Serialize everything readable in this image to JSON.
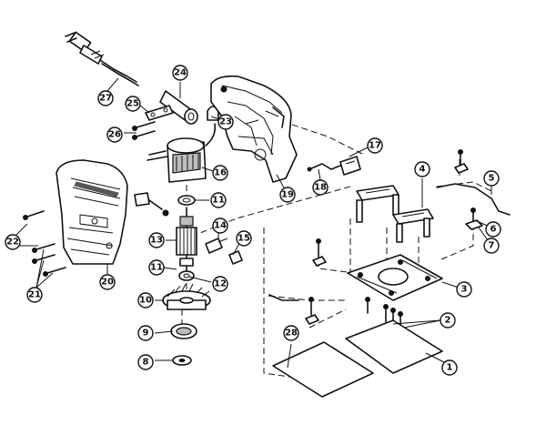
{
  "callouts": [
    {
      "id": "c1",
      "label": "1"
    },
    {
      "id": "c2",
      "label": "2"
    },
    {
      "id": "c3",
      "label": "3"
    },
    {
      "id": "c4",
      "label": "4"
    },
    {
      "id": "c5",
      "label": "5"
    },
    {
      "id": "c6",
      "label": "6"
    },
    {
      "id": "c7",
      "label": "7"
    },
    {
      "id": "c8",
      "label": "8"
    },
    {
      "id": "c9",
      "label": "9"
    },
    {
      "id": "c10",
      "label": "10"
    },
    {
      "id": "c11a",
      "label": "11"
    },
    {
      "id": "c11b",
      "label": "11"
    },
    {
      "id": "c12",
      "label": "12"
    },
    {
      "id": "c13",
      "label": "13"
    },
    {
      "id": "c14",
      "label": "14"
    },
    {
      "id": "c15",
      "label": "15"
    },
    {
      "id": "c16",
      "label": "16"
    },
    {
      "id": "c17",
      "label": "17"
    },
    {
      "id": "c18",
      "label": "18"
    },
    {
      "id": "c19",
      "label": "19"
    },
    {
      "id": "c20",
      "label": "20"
    },
    {
      "id": "c21",
      "label": "21"
    },
    {
      "id": "c22",
      "label": "22"
    },
    {
      "id": "c23",
      "label": "23"
    },
    {
      "id": "c24",
      "label": "24"
    },
    {
      "id": "c25",
      "label": "25"
    },
    {
      "id": "c26",
      "label": "26"
    },
    {
      "id": "c27",
      "label": "27"
    },
    {
      "id": "c28",
      "label": "28"
    }
  ]
}
